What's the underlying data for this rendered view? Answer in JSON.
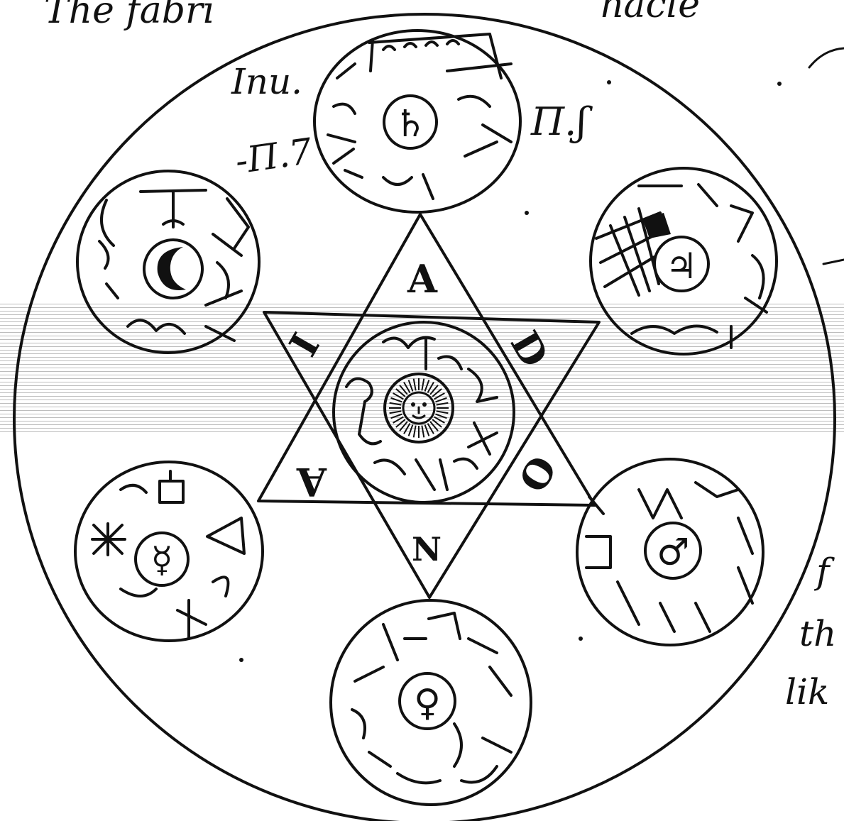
{
  "page_text": {
    "heading_fragment_left": "The fabri",
    "heading_fragment_right": "nacle",
    "margin_fragment_1": "f",
    "margin_fragment_2": "th",
    "margin_fragment_3": "lik"
  },
  "diagram": {
    "annotations": {
      "top_left_script": "Inu.",
      "top_left_numeral": "-Π.7",
      "top_right_numeral": "Π.ʃ"
    },
    "hexagram_letters": {
      "top": "A",
      "upper_right": "D",
      "lower_right": "O",
      "bottom": "N",
      "lower_left": "A",
      "upper_left": "I"
    },
    "planet_seals": [
      {
        "planet": "Saturn",
        "symbol": "♄",
        "icon": "saturn-icon"
      },
      {
        "planet": "Jupiter",
        "symbol": "♃",
        "icon": "jupiter-icon"
      },
      {
        "planet": "Mars",
        "symbol": "♂",
        "icon": "mars-icon"
      },
      {
        "planet": "Venus",
        "symbol": "♀",
        "icon": "venus-icon"
      },
      {
        "planet": "Mercury",
        "symbol": "☿",
        "icon": "mercury-icon"
      },
      {
        "planet": "Moon",
        "symbol": "☽",
        "icon": "moon-icon"
      }
    ],
    "center": {
      "icon": "sun-face-icon"
    },
    "colors": {
      "ink": "#111111",
      "paper": "#ffffff",
      "scan_lines": "#bdbdbd"
    }
  }
}
